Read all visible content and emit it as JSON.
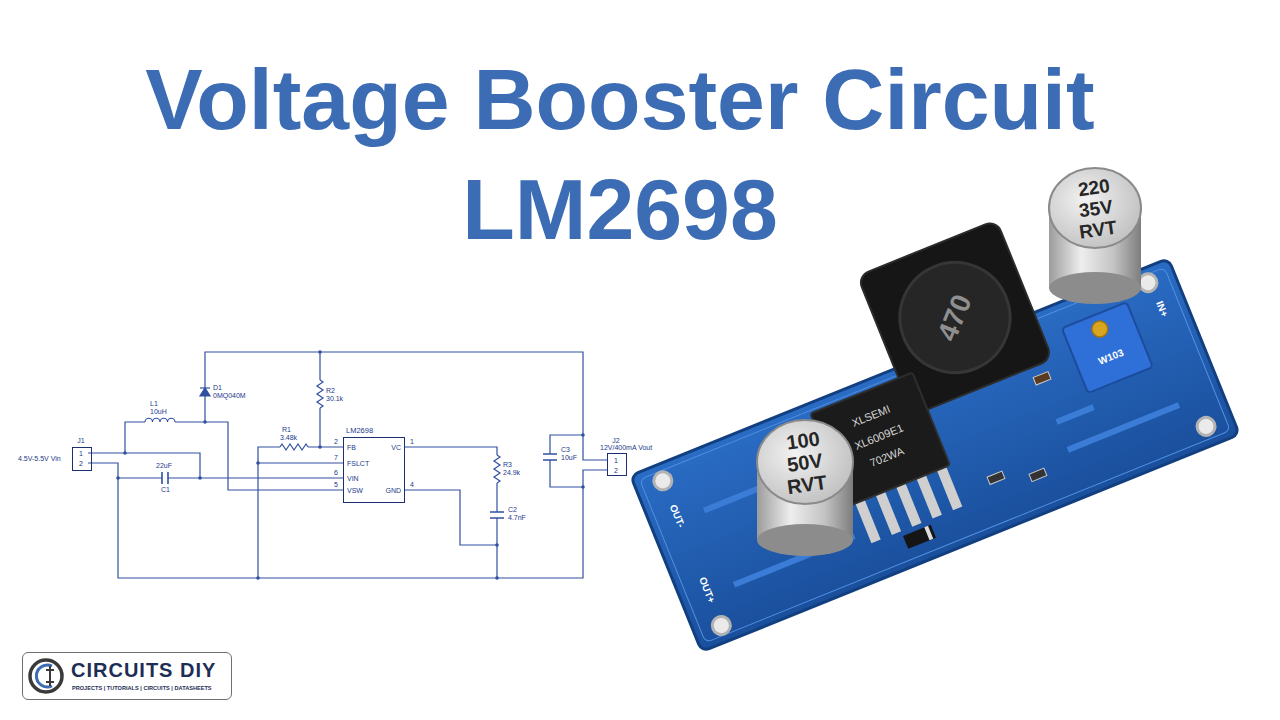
{
  "diagram": {
    "title": "Voltage Booster Circuit LM2698",
    "nodes": [
      {
        "text": [
          "J1",
          "1",
          "2"
        ]
      },
      {
        "text": [
          "LM2698",
          "FB",
          "FSLCT",
          "VIN",
          "VSW",
          "VC",
          "GND"
        ]
      },
      {
        "text": [
          "J2",
          "1",
          "2"
        ]
      },
      {
        "text": [
          "CIRCUITS DIY",
          "PROJECTS | TUTORIALS | CIRCUITS | DATASHEETS"
        ]
      }
    ],
    "labels": [
      "4.5V-5.5V Vin",
      "L1",
      "10uH",
      "D1",
      "0MQ040M",
      "C1",
      "22uF",
      "R1",
      "3.48k",
      "R2",
      "30.1k",
      "2",
      "7",
      "6",
      "5",
      "1",
      "4",
      "R3",
      "24.9k",
      "C2",
      "4.7nF",
      "C3",
      "10uF",
      "12V/400mA Vout",
      "220",
      "35V",
      "RVT",
      "100",
      "50V",
      "RVT",
      "XLSEMI",
      "XL6009E1",
      "702WA",
      "470",
      "W103",
      "IN+",
      "OUT-",
      "OUT+"
    ]
  }
}
